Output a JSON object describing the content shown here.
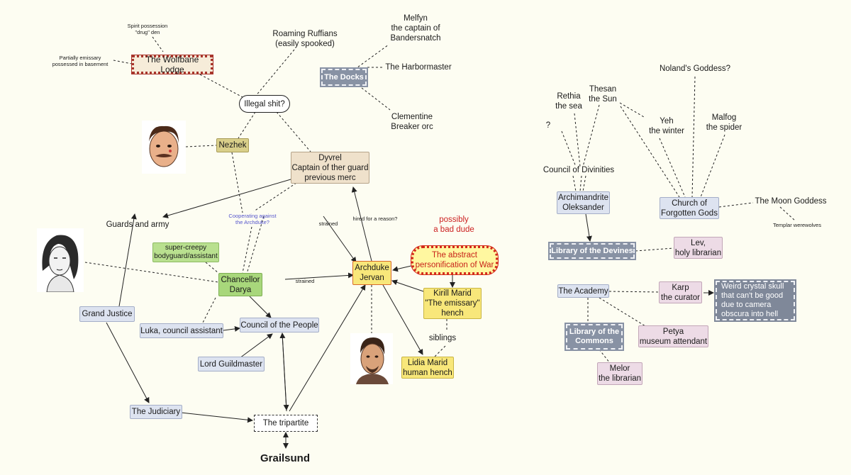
{
  "nodes": {
    "spirit_den": "Spirit possession\n\"drug\" den",
    "partially_emissary": "Partially emissary\npossessed in basement",
    "wolfbane_lodge": "The Wolfbane Lodge",
    "roaming_ruffians": "Roaming Ruffians\n(easily  spooked)",
    "melfyn": "Melfyn\nthe captain of\nBandersnatch",
    "the_docks": "The Docks",
    "harbormaster": "The Harbormaster",
    "illegal_shit": "Illegal shit?",
    "clementine": "Clementine\nBreaker orc",
    "nezhek": "Nezhek",
    "dyvrel": "Dyvrel\nCaptain of ther guard\nprevious merc",
    "guards_army": "Guards and army",
    "cooperating": "Cooperating against\nthe Archduke?",
    "strained_1": "strained",
    "hired": "hired for a reason?",
    "possibly_bad": "possibly\na bad dude",
    "abstract_war": "The abstract\npersonification of War",
    "super_creepy": "super-creepy\nbodyguard/assistant",
    "chancellor": "Chancellor\nDarya",
    "strained_2": "strained",
    "archduke": "Archduke\nJervan",
    "kirill": "Kirill Marid\n\"The emissary\"\nhench",
    "grand_justice": "Grand Justice",
    "luka": "Luka, council assistant",
    "council_people": "Council of the People",
    "siblings": "siblings",
    "lord_guildmaster": "Lord Guildmaster",
    "lidia": "Lidia Marid\nhuman hench",
    "judiciary": "The Judiciary",
    "tripartite": "The tripartite",
    "grailsund": "Grailsund",
    "nolands_goddess": "Noland's Goddess?",
    "rethia": "Rethia\nthe sea",
    "thesan": "Thesan\nthe Sun",
    "question": "?",
    "yeh": "Yeh\nthe winter",
    "malfog": "Malfog\nthe spider",
    "council_divinities": "Council of Divinities",
    "archimandrite": "Archimandrite\nOleksander",
    "church_forgotten": "Church of\nForgotten Gods",
    "moon_goddess": "The Moon Goddess",
    "templar": "Templar werewolves",
    "library_devines": "Library of the Devines",
    "lev": "Lev,\nholy librarian",
    "academy": "The Academy",
    "karp": "Karp\nthe curator",
    "crystal_skull": "Weird crystal skull\nthat can't be good\ndue to camera\nobscura into hell",
    "library_commons": "Library of the\nCommons",
    "petya": "Petya\nmuseum attendant",
    "melor": "Melor\nthe librarian"
  },
  "colors": {
    "background": "#fdfdf2",
    "line": "#222222",
    "accent_red": "#cc2222",
    "accent_purple": "#5555cc"
  }
}
